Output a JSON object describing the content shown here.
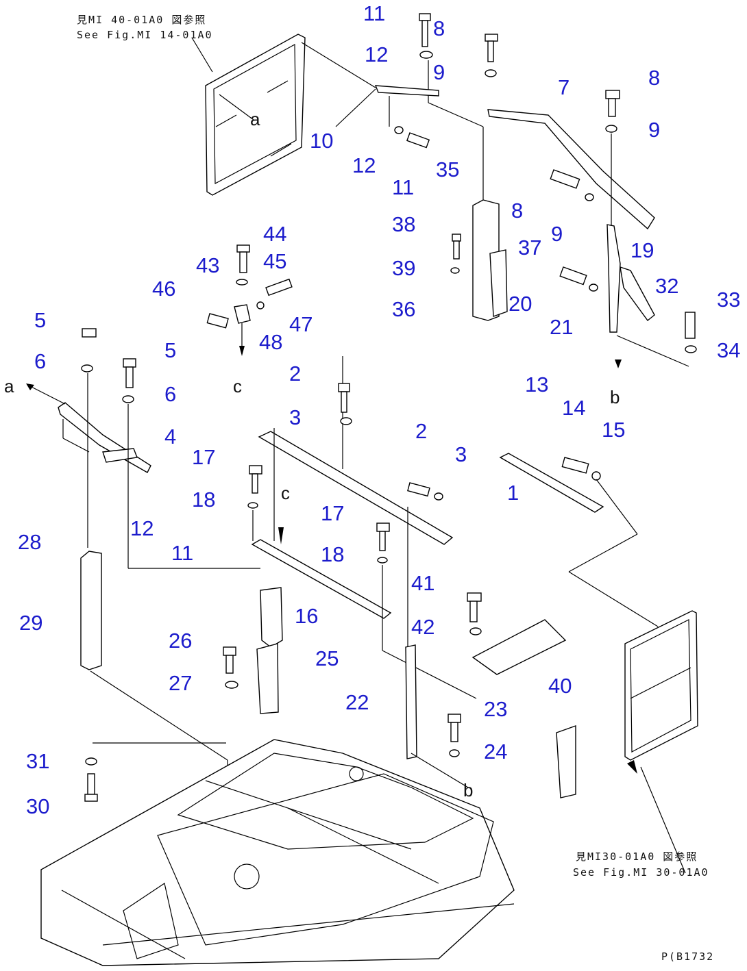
{
  "references": {
    "top_left": {
      "line1": "見MI 40-01A0 図参照",
      "line2": "See Fig.MI 14-01A0"
    },
    "bottom_right": {
      "line1": "見MI30-01A0 図参照",
      "line2": "See Fig.MI 30-01A0"
    }
  },
  "drawing_code": "P(B1732",
  "connection_letters": [
    "a",
    "a",
    "b",
    "b",
    "c",
    "c"
  ],
  "part_numbers": [
    "11",
    "8",
    "12",
    "9",
    "10",
    "7",
    "8",
    "9",
    "12",
    "11",
    "35",
    "8",
    "38",
    "9",
    "37",
    "19",
    "39",
    "32",
    "36",
    "20",
    "21",
    "33",
    "34",
    "44",
    "43",
    "45",
    "46",
    "47",
    "48",
    "5",
    "6",
    "5",
    "6",
    "2",
    "3",
    "13",
    "14",
    "15",
    "4",
    "2",
    "3",
    "17",
    "18",
    "1",
    "12",
    "11",
    "28",
    "17",
    "18",
    "41",
    "16",
    "42",
    "29",
    "26",
    "25",
    "27",
    "22",
    "23",
    "40",
    "31",
    "24",
    "30"
  ],
  "colors": {
    "callout": "#1c1ccc",
    "line": "#000000"
  }
}
